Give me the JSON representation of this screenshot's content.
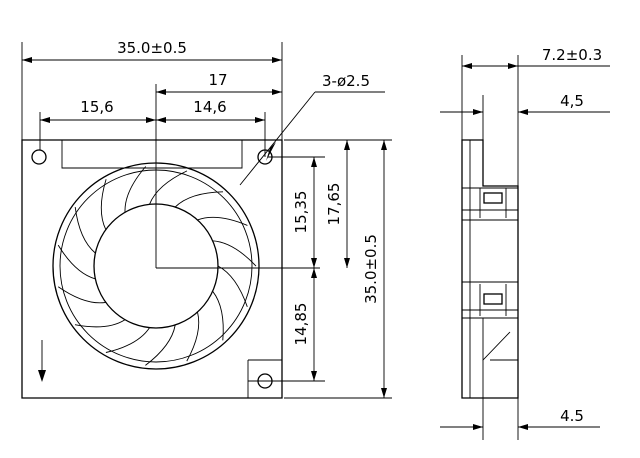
{
  "front_view": {
    "overall_width": "35.0±0.5",
    "center_to_right_hole": "17",
    "left_hole_to_center": "15,6",
    "center_to_right_hole_center": "14,6",
    "hole_callout": "3-ø2.5",
    "hole_to_center_v": "15,35",
    "top_to_center_v": "17,65",
    "center_to_bottom_hole": "14,85",
    "overall_height": "35.0±0.5"
  },
  "side_view": {
    "overall_thickness": "7.2±0.3",
    "top_thickness": "4,5",
    "bottom_thickness": "4.5"
  }
}
